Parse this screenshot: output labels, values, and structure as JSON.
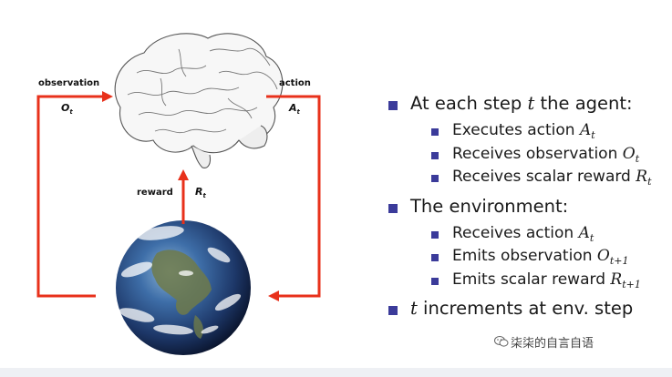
{
  "diagram": {
    "observation_label": "observation",
    "observation_var": "O",
    "observation_sub": "t",
    "action_label": "action",
    "action_var": "A",
    "action_sub": "t",
    "reward_label": "reward",
    "reward_var": "R",
    "reward_sub": "t",
    "arrow_color": "#e8311b",
    "brain_icon": "brain-illustration",
    "earth_icon": "earth-globe-illustration"
  },
  "bullets": {
    "agent": {
      "text": "At each step ",
      "math": "t",
      "text_after": " the agent:",
      "items": [
        {
          "text": "Executes action ",
          "math": "A",
          "sub": "t"
        },
        {
          "text": "Receives observation ",
          "math": "O",
          "sub": "t"
        },
        {
          "text": "Receives scalar reward ",
          "math": "R",
          "sub": "t"
        }
      ]
    },
    "environment": {
      "text": "The environment:",
      "items": [
        {
          "text": "Receives action ",
          "math": "A",
          "sub": "t"
        },
        {
          "text": "Emits observation ",
          "math": "O",
          "sub": "t+1"
        },
        {
          "text": "Emits scalar reward ",
          "math": "R",
          "sub": "t+1"
        }
      ]
    },
    "increment": {
      "math": "t",
      "text": " increments at env. step"
    },
    "bullet_color": "#3b3b9a"
  },
  "watermark": {
    "text": "柒柒的自言自语",
    "icon": "wechat-icon"
  }
}
